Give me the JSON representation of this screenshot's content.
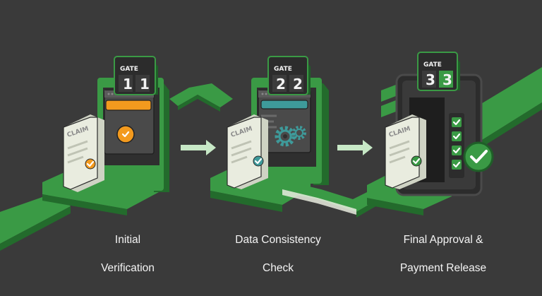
{
  "colors": {
    "background": "#3a3a3a",
    "green": "#3a9a45",
    "green_dark": "#236b2c",
    "green_light": "#5fbf63",
    "paper": "#e9ecdf",
    "panel": "#4a4a4a",
    "orange": "#f39a1e",
    "teal": "#3e9a9a"
  },
  "gates": [
    {
      "label": "GATE",
      "number": "1",
      "number_lit": "1"
    },
    {
      "label": "GATE",
      "number": "2",
      "number_lit": "2"
    },
    {
      "label": "GATE",
      "number": "3",
      "number_lit": "3"
    }
  ],
  "claim_label": "CLAIM",
  "stages": [
    {
      "line1": "Initial",
      "line2": "Verification"
    },
    {
      "line1": "Data Consistency",
      "line2": "Check"
    },
    {
      "line1": "Final Approval &",
      "line2": "Payment Release"
    }
  ],
  "icons": [
    "arrow-right-icon",
    "check-icon",
    "gear-icon",
    "check-icon"
  ]
}
